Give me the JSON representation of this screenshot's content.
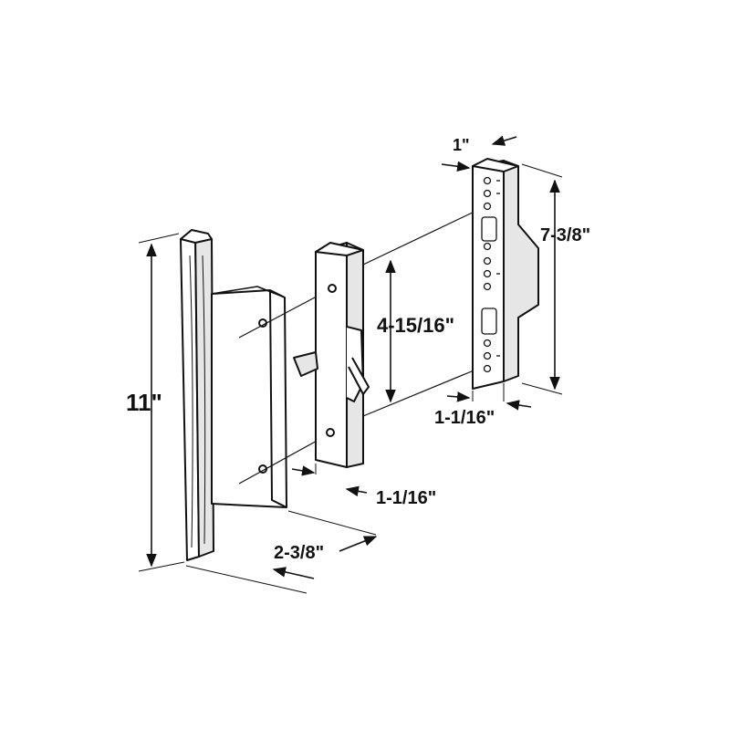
{
  "dimensions": {
    "handle_length": "11\"",
    "handle_projection": "2-3/8\"",
    "latch_body_length": "4-15/16\"",
    "latch_body_width": "1-1/16\"",
    "keeper_thickness": "1\"",
    "keeper_length": "7-3/8\"",
    "keeper_width": "1-1/16\""
  },
  "colors": {
    "line": "#111111",
    "fill": "#ffffff",
    "shade": "#e6e6e6"
  }
}
